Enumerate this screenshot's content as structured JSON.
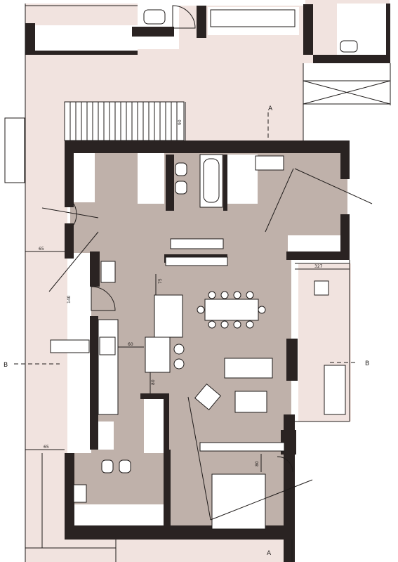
{
  "section_markers": {
    "a_top": "A",
    "a_bottom": "A",
    "b_left": "B",
    "b_right": "B"
  },
  "dimensions": {
    "stair_height": "90",
    "hall_left_width": "65",
    "terrace_width": "327",
    "entry_door": "140",
    "kitchen_gap": "60",
    "kitchen_depth": "75",
    "kitchen_clear": "80",
    "lower_left_width": "65",
    "bedroom_gap": "80"
  },
  "colors": {
    "exterior": "#f1e3df",
    "interior": "#bfb1aa",
    "wall": "#2a2322",
    "line": "#1f1b1a",
    "white": "#ffffff"
  }
}
